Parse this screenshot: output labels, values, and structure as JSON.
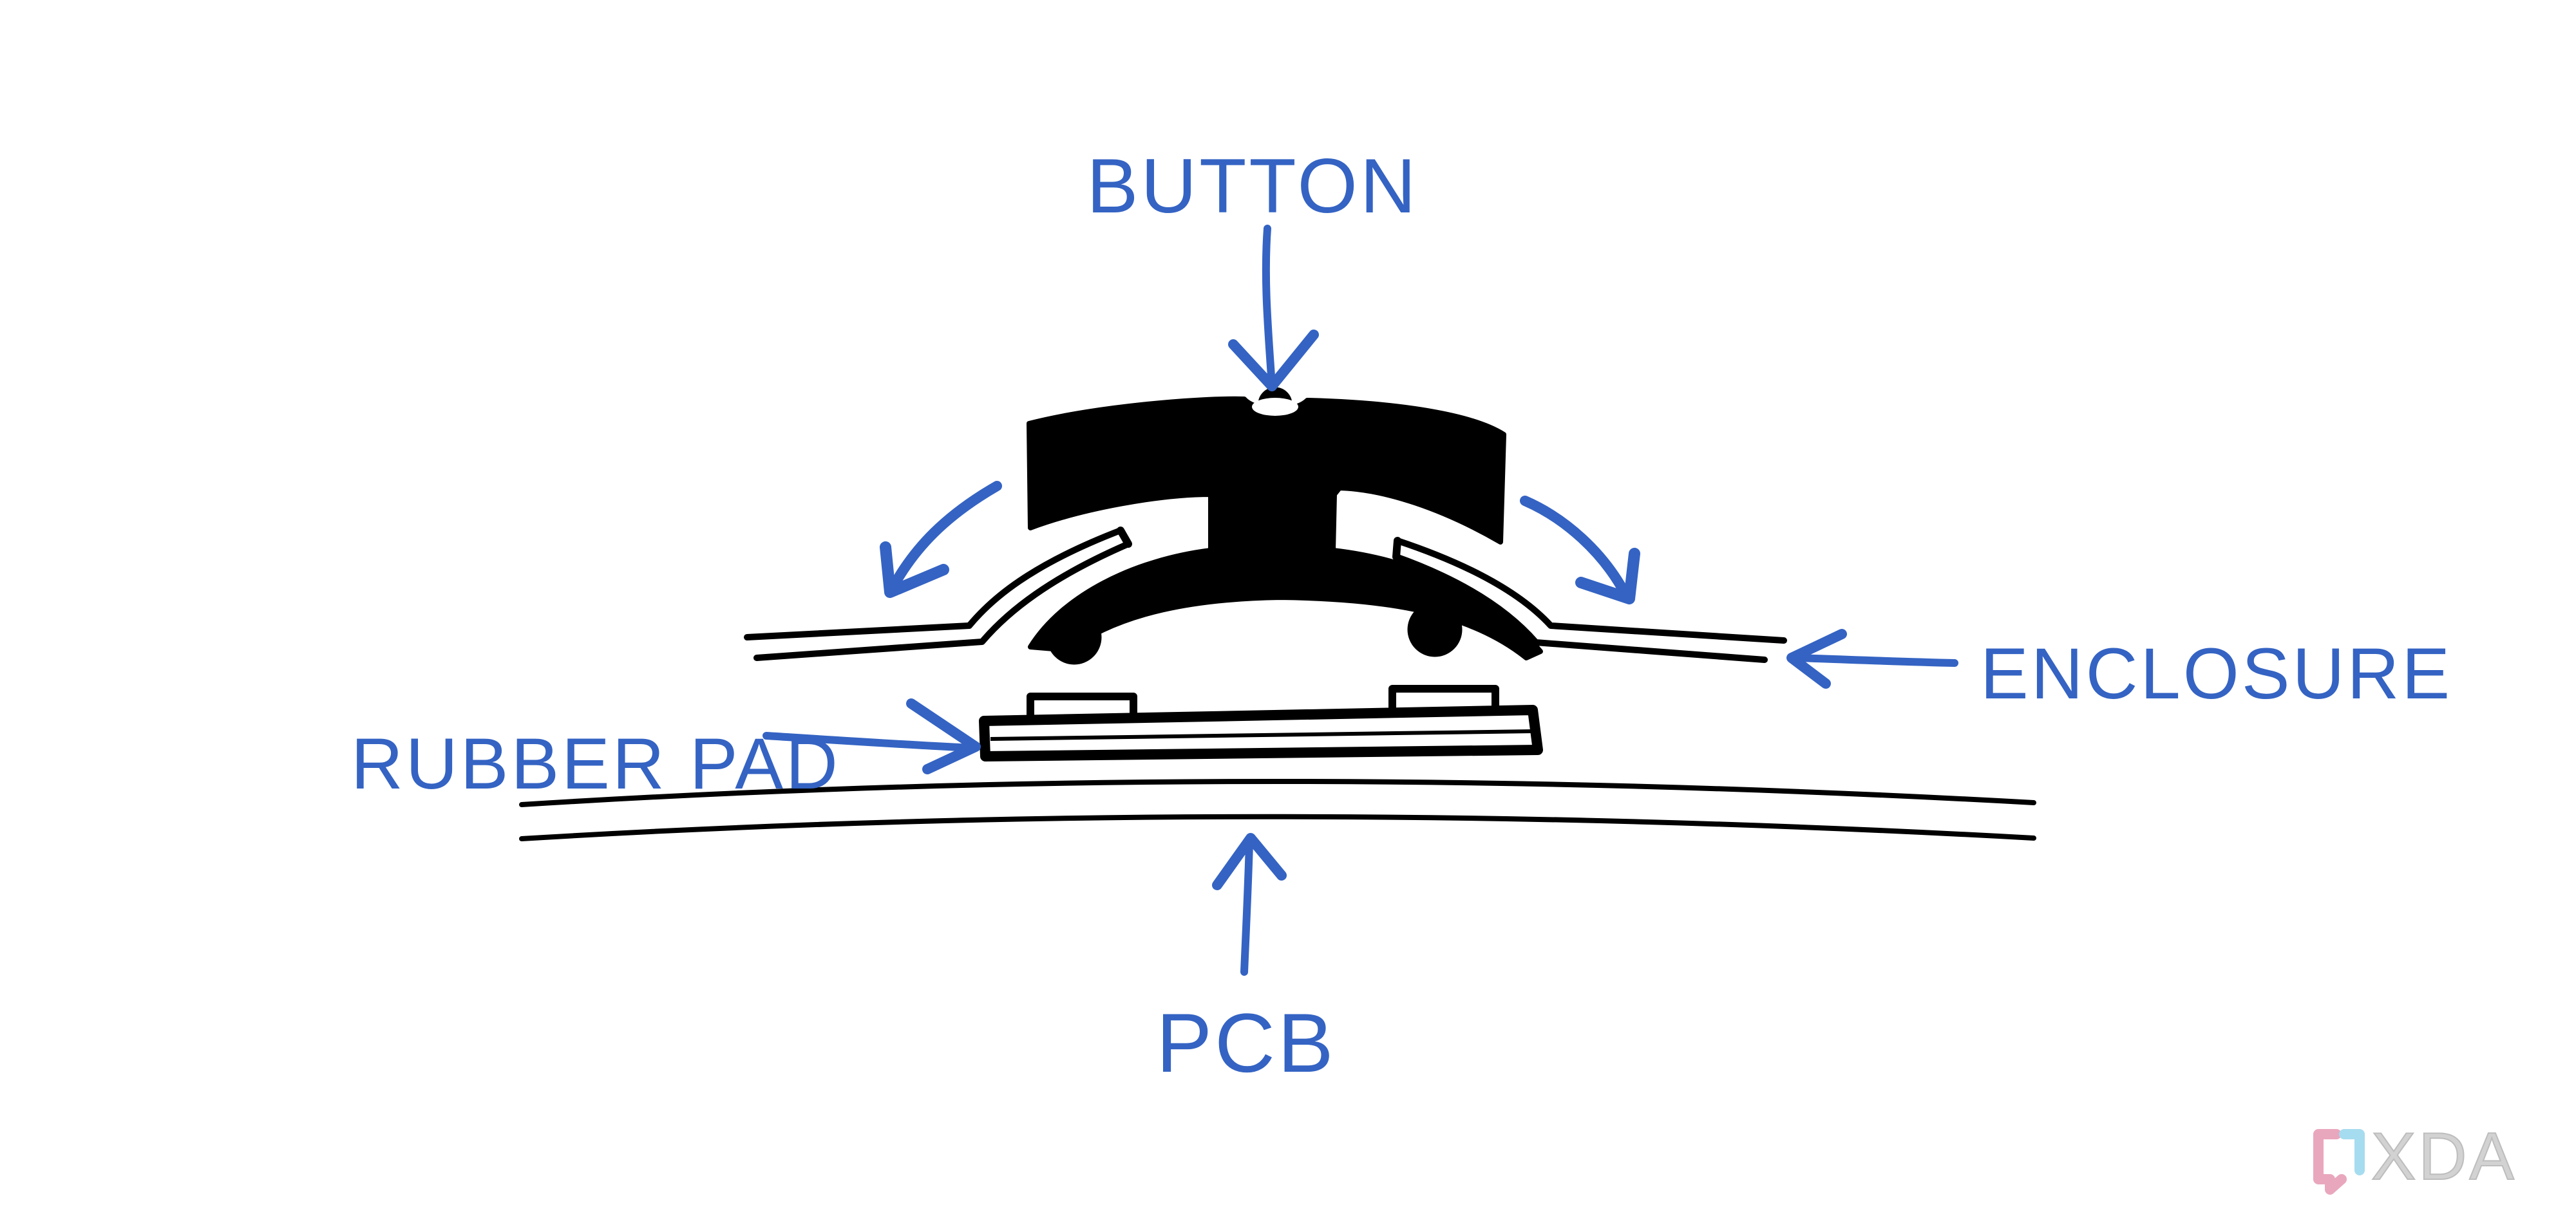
{
  "labels": {
    "button": "BUTTON",
    "enclosure": "ENCLOSURE",
    "rubber_pad": "RUBBER PAD",
    "pcb": "PCB"
  },
  "watermark": {
    "text": "XDA",
    "logo_icon": "xda-logo-icon"
  },
  "colors": {
    "label_blue": "#3463c3",
    "ink": "#000000",
    "background": "#ffffff",
    "logo_pink": "#e9a7bd",
    "logo_cyan": "#a6dcef",
    "logo_gray": "#d2d2d2"
  }
}
